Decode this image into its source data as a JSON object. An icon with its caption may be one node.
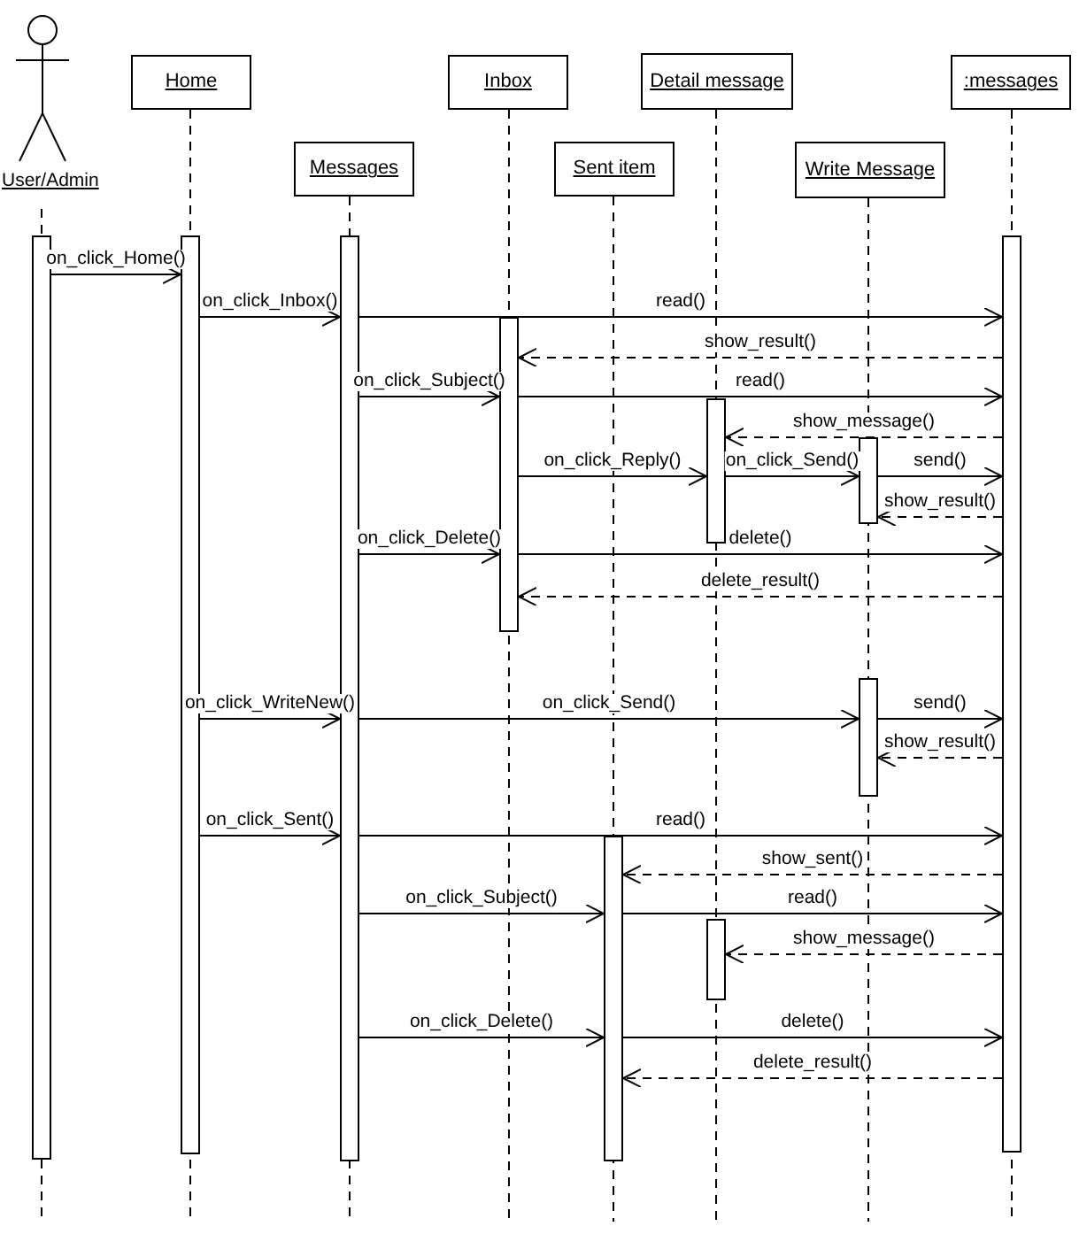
{
  "diagram": {
    "nodes": [
      {
        "text": [
          "User/Admin"
        ]
      },
      {
        "text": [
          "Home"
        ]
      },
      {
        "text": [
          "Inbox"
        ]
      },
      {
        "text": [
          "Detail message"
        ]
      },
      {
        "text": [
          ":messages"
        ]
      },
      {
        "text": [
          "Messages"
        ]
      },
      {
        "text": [
          "Sent item"
        ]
      },
      {
        "text": [
          "Write Message"
        ]
      },
      {
        "text": [],
        "shape": "bar"
      },
      {
        "text": [],
        "shape": "bar"
      },
      {
        "text": [],
        "shape": "bar"
      },
      {
        "text": [],
        "shape": "bar"
      },
      {
        "text": [],
        "shape": "bar"
      },
      {
        "text": [],
        "shape": "bar"
      },
      {
        "text": [],
        "shape": "bar"
      },
      {
        "text": [],
        "shape": "bar"
      },
      {
        "text": [],
        "shape": "bar"
      },
      {
        "text": [],
        "shape": "bar"
      }
    ],
    "edges": [
      {
        "from": 8,
        "to": 9,
        "arrow": "to",
        "label": "on_click_Home()"
      },
      {
        "from": 9,
        "to": 10,
        "arrow": "to",
        "label": "on_click_Inbox()"
      },
      {
        "from": 10,
        "to": 11,
        "arrow": "to",
        "label": "read()"
      },
      {
        "from": 11,
        "to": 12,
        "arrow": "to",
        "label": "show_result()",
        "style": "dashed"
      },
      {
        "from": 10,
        "to": 12,
        "arrow": "to",
        "label": "on_click_Subject()"
      },
      {
        "from": 12,
        "to": 11,
        "arrow": "to",
        "label": "read()"
      },
      {
        "from": 11,
        "to": 13,
        "arrow": "to",
        "label": "show_message()",
        "style": "dashed"
      },
      {
        "from": 12,
        "to": 13,
        "arrow": "to",
        "label": "on_click_Reply()"
      },
      {
        "from": 13,
        "to": 14,
        "arrow": "to",
        "label": "on_click_Send()"
      },
      {
        "from": 14,
        "to": 11,
        "arrow": "to",
        "label": "send()"
      },
      {
        "from": 11,
        "to": 14,
        "arrow": "to",
        "label": "show_result()",
        "style": "dashed"
      },
      {
        "from": 10,
        "to": 12,
        "arrow": "to",
        "label": "on_click_Delete()"
      },
      {
        "from": 12,
        "to": 11,
        "arrow": "to",
        "label": "delete()"
      },
      {
        "from": 11,
        "to": 12,
        "arrow": "to",
        "label": "delete_result()",
        "style": "dashed"
      },
      {
        "from": 9,
        "to": 10,
        "arrow": "to",
        "label": "on_click_WriteNew()"
      },
      {
        "from": 10,
        "to": 15,
        "arrow": "to",
        "label": "on_click_Send()"
      },
      {
        "from": 15,
        "to": 11,
        "arrow": "to",
        "label": "send()"
      },
      {
        "from": 11,
        "to": 15,
        "arrow": "to",
        "label": "show_result()",
        "style": "dashed"
      },
      {
        "from": 9,
        "to": 10,
        "arrow": "to",
        "label": "on_click_Sent()"
      },
      {
        "from": 10,
        "to": 11,
        "arrow": "to",
        "label": "read()"
      },
      {
        "from": 11,
        "to": 16,
        "arrow": "to",
        "label": "show_sent()",
        "style": "dashed"
      },
      {
        "from": 10,
        "to": 16,
        "arrow": "to",
        "label": "on_click_Subject()"
      },
      {
        "from": 16,
        "to": 11,
        "arrow": "to",
        "label": "read()"
      },
      {
        "from": 11,
        "to": 17,
        "arrow": "to",
        "label": "show_message()",
        "style": "dashed"
      },
      {
        "from": 10,
        "to": 16,
        "arrow": "to",
        "label": "on_click_Delete()"
      },
      {
        "from": 16,
        "to": 11,
        "arrow": "to",
        "label": "delete()"
      },
      {
        "from": 11,
        "to": 16,
        "arrow": "to",
        "label": "delete_result()",
        "style": "dashed"
      },
      {
        "from": 0,
        "to": 8,
        "arrow": "none",
        "style": "dashed"
      },
      {
        "from": 1,
        "to": 9,
        "arrow": "none",
        "style": "dashed"
      },
      {
        "from": 5,
        "to": 10,
        "arrow": "none",
        "style": "dashed"
      },
      {
        "from": 2,
        "to": 12,
        "arrow": "none",
        "style": "dashed"
      },
      {
        "from": 6,
        "to": 16,
        "arrow": "none",
        "style": "dashed"
      },
      {
        "from": 3,
        "to": 13,
        "arrow": "none",
        "style": "dashed"
      },
      {
        "from": 7,
        "to": 14,
        "arrow": "none",
        "style": "dashed"
      },
      {
        "from": 4,
        "to": 11,
        "arrow": "none",
        "style": "dashed"
      }
    ]
  }
}
